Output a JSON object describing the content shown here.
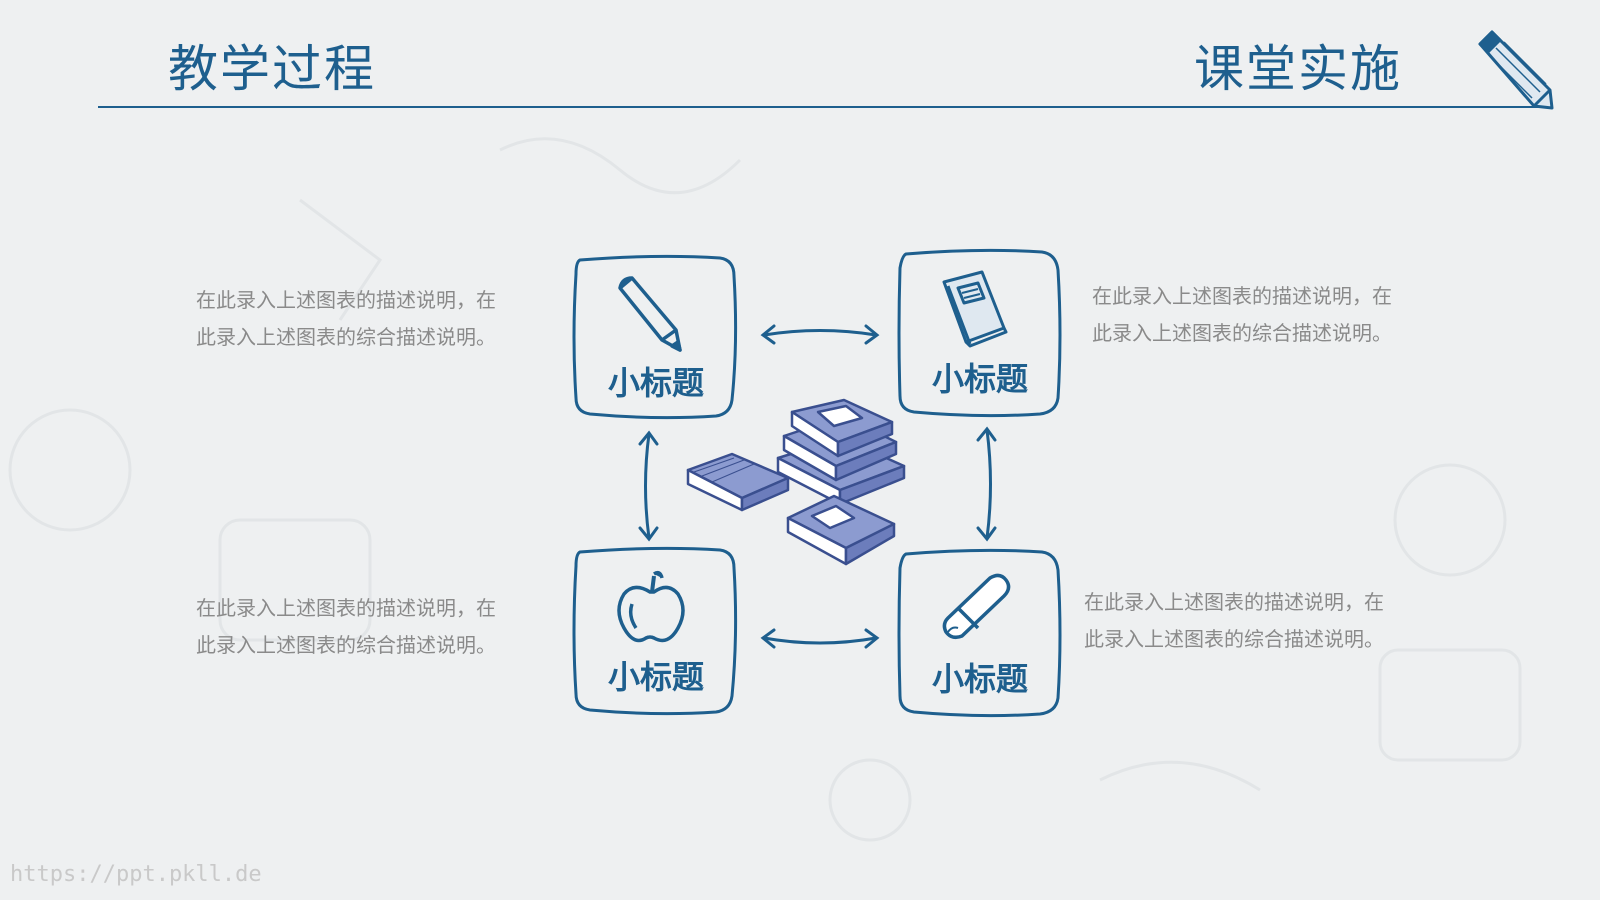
{
  "header": {
    "left_title": "教学过程",
    "right_title": "课堂实施"
  },
  "cards": [
    {
      "label": "小标题",
      "icon": "pencil-icon"
    },
    {
      "label": "小标题",
      "icon": "book-icon"
    },
    {
      "label": "小标题",
      "icon": "apple-icon"
    },
    {
      "label": "小标题",
      "icon": "eraser-icon"
    }
  ],
  "descriptions": [
    {
      "line1": "在此录入上述图表的描述说明，在",
      "line2": "此录入上述图表的综合描述说明。"
    },
    {
      "line1": "在此录入上述图表的描述说明，在",
      "line2": "此录入上述图表的综合描述说明。"
    },
    {
      "line1": "在此录入上述图表的描述说明，在",
      "line2": "此录入上述图表的综合描述说明。"
    },
    {
      "line1": "在此录入上述图表的描述说明，在",
      "line2": "此录入上述图表的综合描述说明。"
    }
  ],
  "watermark": "https://ppt.pkll.de",
  "colors": {
    "accent": "#1e5f8e",
    "text_muted": "#8a8a8a",
    "background": "#eef0f1",
    "book_fill": "#7f8fc4"
  }
}
